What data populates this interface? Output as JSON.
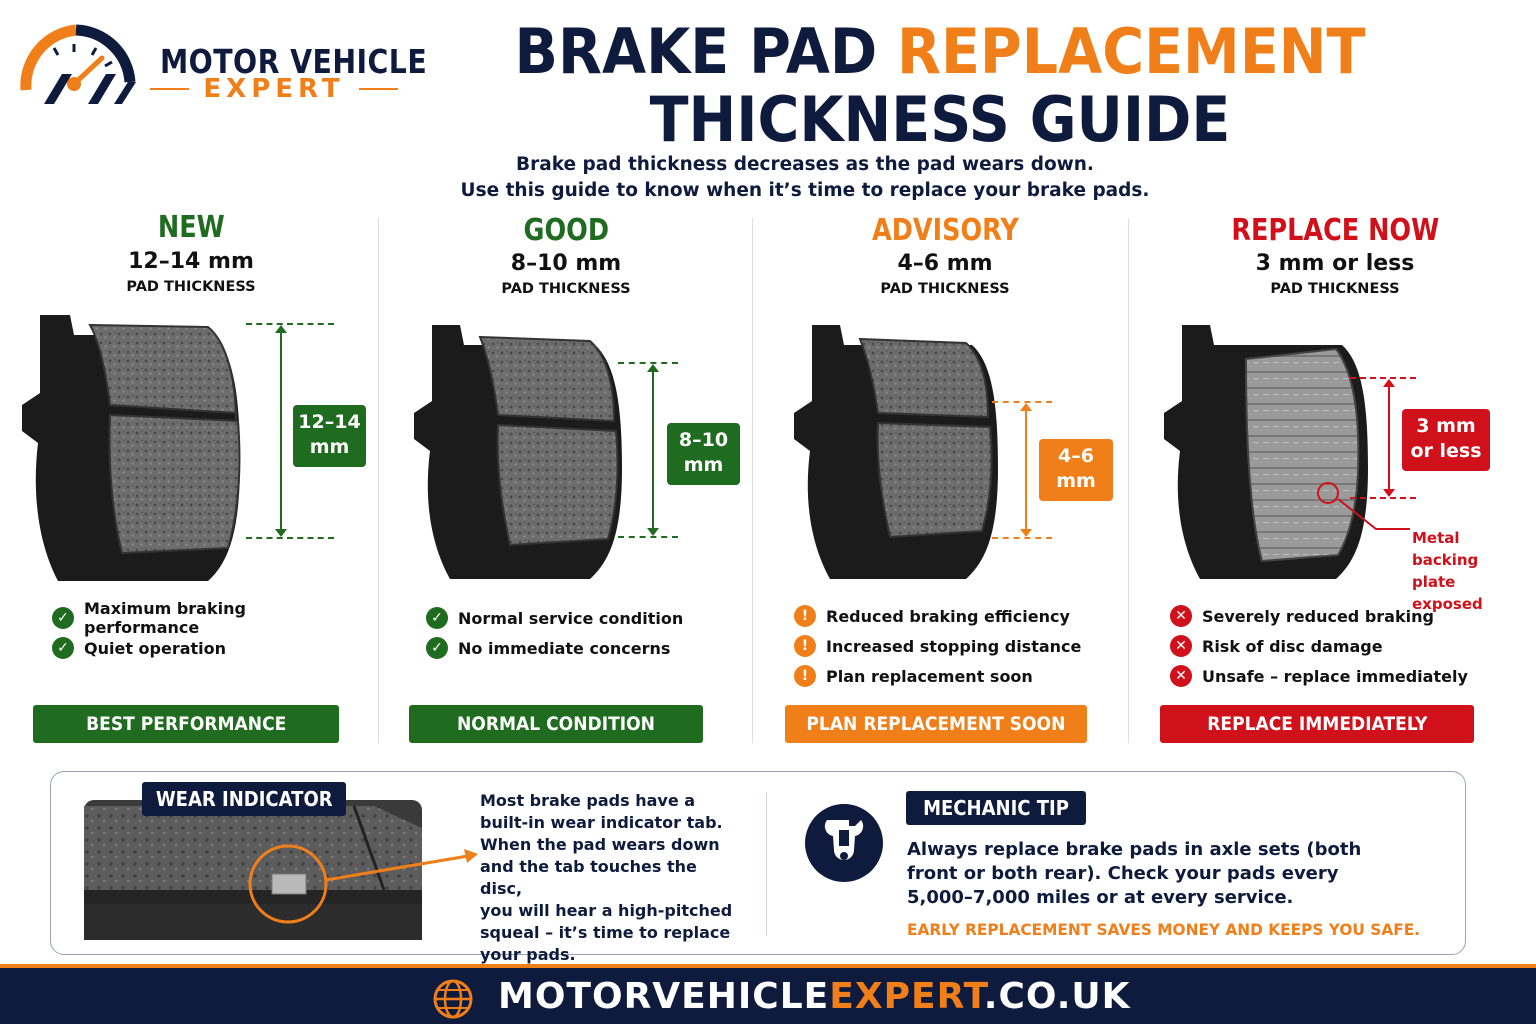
{
  "brand": {
    "name": "MOTOR VEHICLE",
    "sub": "EXPERT",
    "navy": "#0f1b3d",
    "orange": "#f07e19"
  },
  "header": {
    "title_part1": "BRAKE PAD ",
    "title_part2": "REPLACEMENT",
    "title_line2": "THICKNESS GUIDE",
    "subtitle_line1": "Brake pad thickness decreases as the pad wears down.",
    "subtitle_line2": "Use this guide to know when it’s time to replace your brake pads."
  },
  "stages": [
    {
      "name": "NEW",
      "thickness": "12–14 mm",
      "caption": "PAD THICKNESS",
      "badge_line1": "12–14",
      "badge_line2": "mm",
      "color": "#1f6b1f",
      "status_icon": "check-icon",
      "bullets": [
        "Maximum braking performance",
        "Quiet operation"
      ],
      "band": "BEST PERFORMANCE"
    },
    {
      "name": "GOOD",
      "thickness": "8–10 mm",
      "caption": "PAD THICKNESS",
      "badge_line1": "8–10",
      "badge_line2": "mm",
      "color": "#1f6b1f",
      "status_icon": "check-icon",
      "bullets": [
        "Normal service condition",
        "No immediate concerns"
      ],
      "band": "NORMAL CONDITION"
    },
    {
      "name": "ADVISORY",
      "thickness": "4–6 mm",
      "caption": "PAD THICKNESS",
      "badge_line1": "4–6",
      "badge_line2": "mm",
      "color": "#f07e19",
      "status_icon": "exclamation-icon",
      "bullets": [
        "Reduced braking efficiency",
        "Increased stopping distance",
        "Plan replacement soon"
      ],
      "band": "PLAN REPLACEMENT SOON"
    },
    {
      "name": "REPLACE NOW",
      "thickness": "3 mm or less",
      "caption": "PAD THICKNESS",
      "badge_line1": "3 mm",
      "badge_line2": "or less",
      "color": "#d0101a",
      "status_icon": "cross-icon",
      "bullets": [
        "Severely reduced braking",
        "Risk of disc damage",
        "Unsafe – replace immediately"
      ],
      "band": "REPLACE IMMEDIATELY",
      "callout_line1": "Metal backing",
      "callout_line2": "plate exposed"
    }
  ],
  "wear_indicator": {
    "tag": "WEAR INDICATOR",
    "text_lines": [
      "Most brake pads have a",
      "built-in wear indicator tab.",
      "When the pad wears down",
      "and the tab touches the disc,",
      "you will hear a high-pitched",
      "squeal – it’s time to replace",
      "your pads."
    ]
  },
  "mechanic_tip": {
    "tag": "MECHANIC TIP",
    "icon": "wrench-icon",
    "text_lines": [
      "Always replace brake pads in axle sets (both",
      "front or both rear). Check your pads every",
      "5,000–7,000 miles or at every service."
    ],
    "footnote": "EARLY REPLACEMENT SAVES MONEY AND KEEPS YOU SAFE."
  },
  "footer": {
    "url_part1": "MOTORVEHICLE",
    "url_part2": "EXPERT",
    "url_part3": ".CO.UK",
    "icon": "globe-icon"
  }
}
